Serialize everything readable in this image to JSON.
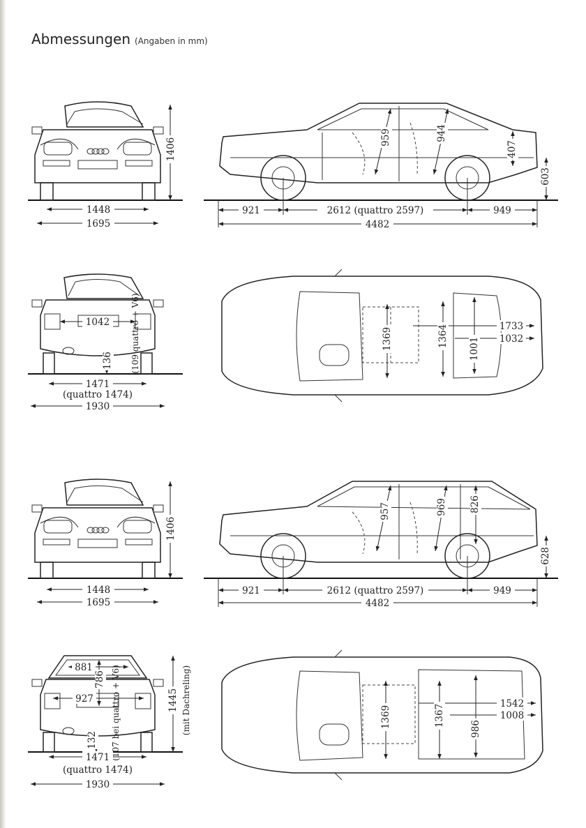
{
  "title": {
    "main": "Abmessungen",
    "sub": "(Angaben in mm)"
  },
  "views": {
    "sedan_front": {
      "width_inner": "1448",
      "width_outer": "1695",
      "height": "1406"
    },
    "sedan_side": {
      "front_overhang": "921",
      "wheelbase": "2612 (quattro 2597)",
      "rear_overhang": "949",
      "length": "4482",
      "headroom_front": "959",
      "headroom_rear": "944",
      "trunk_height": "407",
      "loading_sill": "603"
    },
    "sedan_rear": {
      "trunk_width": "1042",
      "ground_clearance": "136",
      "ground_clearance_note": "(109 quattro + V6)",
      "track_rear": "1471",
      "track_rear_note": "(quattro 1474)",
      "width_mirrors": "1930"
    },
    "sedan_top": {
      "shoulder_front": "1369",
      "shoulder_rear": "1364",
      "interior_length": "1733",
      "trunk_length": "1032",
      "trunk_depth": "1001"
    },
    "avant_front": {
      "width_inner": "1448",
      "width_outer": "1695",
      "height": "1406"
    },
    "avant_side": {
      "front_overhang": "921",
      "wheelbase": "2612 (quattro 2597)",
      "rear_overhang": "949",
      "length": "4482",
      "headroom_front": "957",
      "headroom_rear": "969",
      "cargo_height": "826",
      "loading_sill": "628"
    },
    "avant_rear": {
      "opening_top": "881",
      "opening_height": "786",
      "opening_width": "927",
      "ground_clearance": "132",
      "ground_clearance_note": "(107 bei quattro + V6)",
      "height_roofrail": "1445",
      "height_roofrail_note": "(mit Dachreling)",
      "track_rear": "1471",
      "track_rear_note": "(quattro 1474)",
      "width_mirrors": "1930"
    },
    "avant_top": {
      "shoulder_front": "1369",
      "shoulder_rear": "1367",
      "cargo_length": "1542",
      "cargo_length_short": "1008",
      "cargo_width": "986"
    }
  }
}
